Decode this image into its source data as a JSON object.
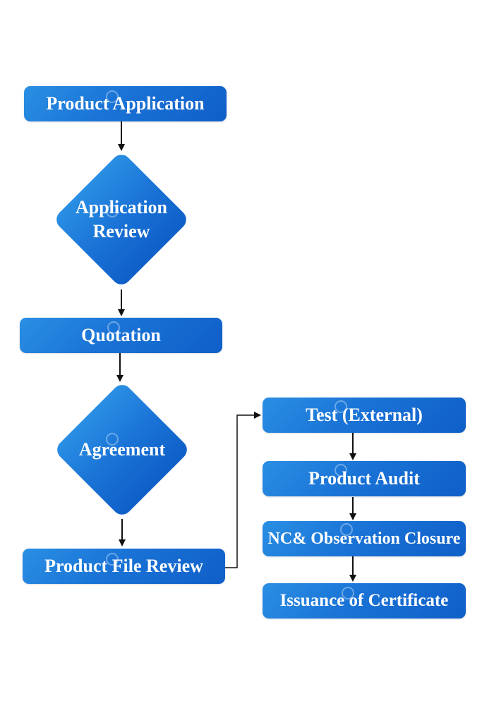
{
  "nodes": {
    "product_application": "Product Application",
    "application_review": [
      "Application",
      "Review"
    ],
    "quotation": "Quotation",
    "agreement": "Agreement",
    "product_file_review": "Product File Review",
    "test_external": "Test (External)",
    "product_audit": "Product Audit",
    "nc_observation_closure": "NC& Observation Closure",
    "issuance_of_certificate": "Issuance of Certificate"
  },
  "colors": {
    "node_fill": "#1a73d6",
    "arrow": "#111111",
    "text": "#ffffff"
  }
}
